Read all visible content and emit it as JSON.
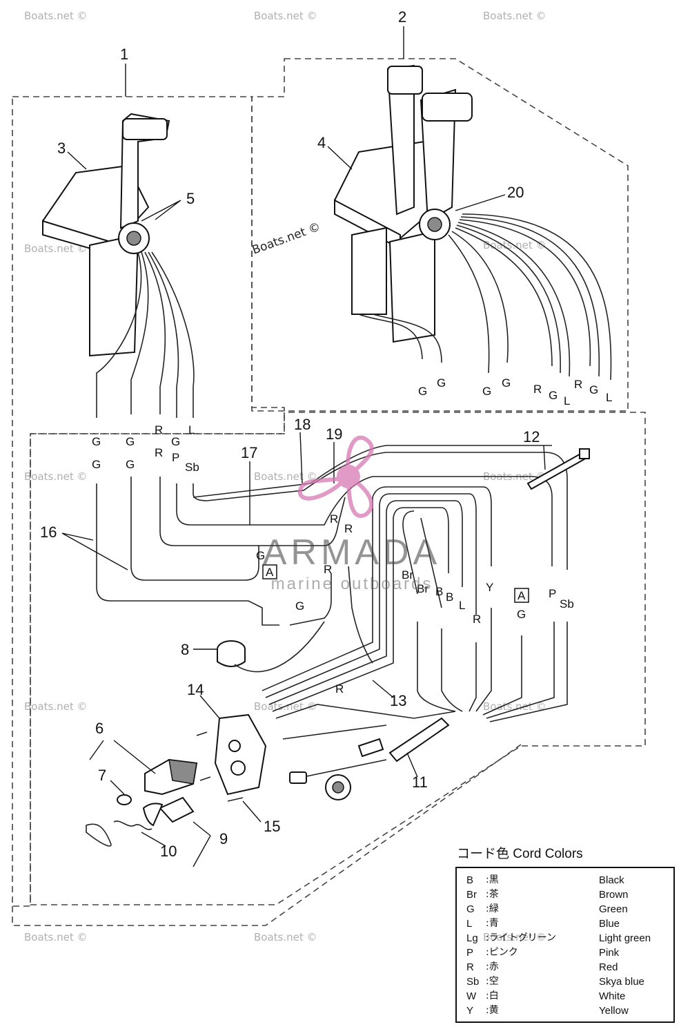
{
  "callouts": [
    "1",
    "2",
    "3",
    "4",
    "5",
    "6",
    "7",
    "8",
    "9",
    "10",
    "11",
    "12",
    "13",
    "14",
    "15",
    "16",
    "17",
    "18",
    "19",
    "20"
  ],
  "wire_labels": {
    "left_g1": "G",
    "left_g2": "G",
    "left_r": "R",
    "left_g3": "G",
    "left_l": "L",
    "left_g4": "G",
    "left_g5": "G",
    "left_r2": "R",
    "left_p": "P",
    "left_sb": "Sb",
    "right_g1": "G",
    "right_g2": "G",
    "right_g3": "G",
    "right_g4": "G",
    "right_r1": "R",
    "right_g5": "G",
    "right_l1": "L",
    "right_r2": "R",
    "right_g6": "G",
    "right_l2": "L",
    "mid_g": "G",
    "mid_r1": "R",
    "mid_r2": "R",
    "mid_r3": "R",
    "mid_br1": "Br",
    "mid_br2": "Br",
    "mid_b1": "B",
    "mid_b2": "B",
    "mid_l": "L",
    "mid_y": "Y",
    "mid_r4": "R",
    "mid_p": "P",
    "mid_sb": "Sb",
    "mid_g2": "G",
    "mid_g3": "G",
    "lower_r": "R",
    "box_a1": "A",
    "box_a2": "A"
  },
  "watermark": "Boats.net ©",
  "brand": {
    "name": "ARMADA",
    "sub": "marine outboards"
  },
  "legend": {
    "title": "コード色 Cord Colors",
    "rows": [
      {
        "code": "B",
        "jp": ":黒",
        "en": "Black"
      },
      {
        "code": "Br",
        "jp": ":茶",
        "en": "Brown"
      },
      {
        "code": "G",
        "jp": ":緑",
        "en": "Green"
      },
      {
        "code": "L",
        "jp": ":青",
        "en": "Blue"
      },
      {
        "code": "Lg",
        "jp": ":ライトグリーン",
        "en": "Light green"
      },
      {
        "code": "P",
        "jp": ":ピンク",
        "en": "Pink"
      },
      {
        "code": "R",
        "jp": ":赤",
        "en": "Red"
      },
      {
        "code": "Sb",
        "jp": ":空",
        "en": "Skya blue"
      },
      {
        "code": "W",
        "jp": ":白",
        "en": "White"
      },
      {
        "code": "Y",
        "jp": ":黄",
        "en": "Yellow"
      }
    ]
  }
}
